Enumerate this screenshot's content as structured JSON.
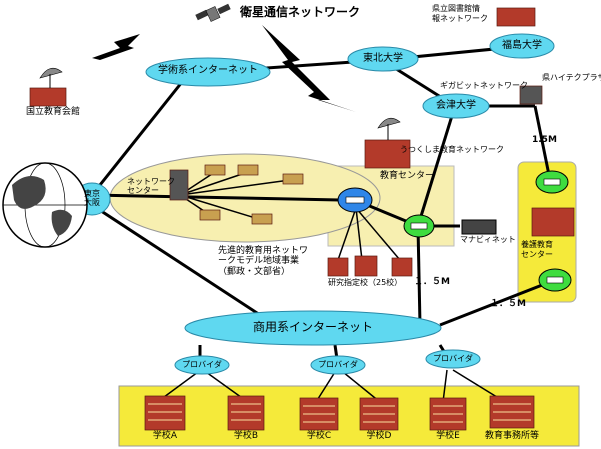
{
  "title": "衛星通信ネットワーク",
  "nodes": {
    "academic_internet": "学術系インターネット",
    "tohoku_univ": "東北大学",
    "fukushima_univ": "福島大学",
    "aizu_univ": "会津大学",
    "commercial_internet": "商用系インターネット",
    "tokyo_osaka": "東京\n大阪",
    "provider": "プロバイダ"
  },
  "labels": {
    "national_library": "国立教育会館",
    "prefectural_library": "県立図書館情\n報ネットワーク",
    "gigabit": "ギガビットネットワーク",
    "ken_high_tech": "県ハイテクプラザ",
    "utsukushima": "うつくしま教育ネットワーク",
    "network_center": "ネットワーク\nセンター",
    "education_center": "教育センター",
    "mana_net": "マナビィネット",
    "yogo_center": "養護教育\nセンター",
    "advanced_project": "先進的教育用ネットワ\nークモデル地域事業\n（郵政・文部省）",
    "research_schools": "研究指定校（25校）",
    "speed_15m_a": "1.5M",
    "speed_15m_b": "１．５M",
    "speed_15m_c": "１．５M"
  },
  "schools": [
    "学校A",
    "学校B",
    "学校C",
    "学校D",
    "学校E",
    "教育事務所等"
  ],
  "colors": {
    "cloud": "#5fd8f0",
    "yellow_panel": "#f5ea3a",
    "yellow_zone": "#f7efb0",
    "lines": "#000000",
    "green_router": "#3fdc3f",
    "blue_router": "#2f86e8",
    "building": "#b33a2a"
  }
}
